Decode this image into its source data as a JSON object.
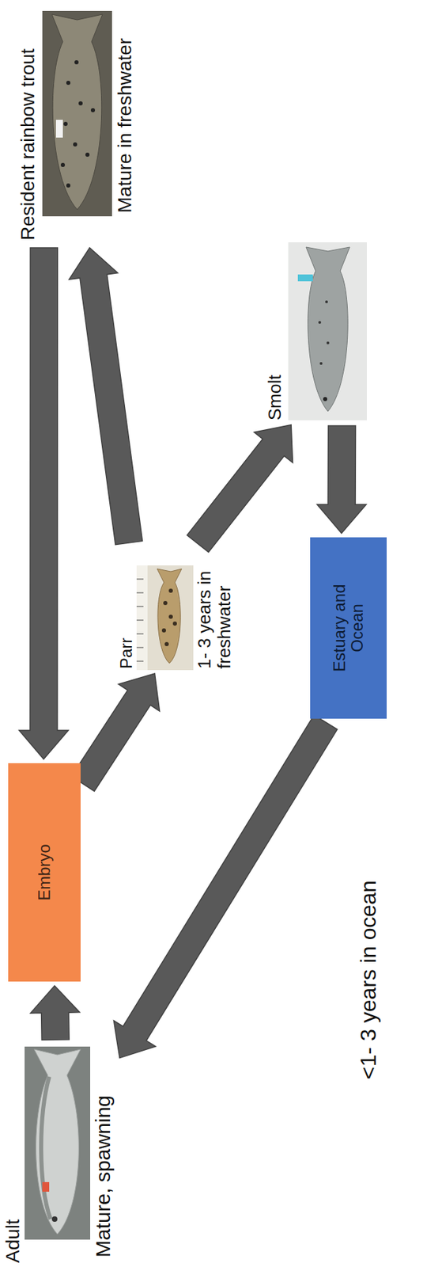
{
  "diagram": {
    "nodes": [
      {
        "text": [
          "Adult",
          "Mature, spawning"
        ]
      },
      {
        "text": [
          "Embryo"
        ]
      },
      {
        "text": [
          "Parr",
          "1- 3 years in freshwater"
        ]
      },
      {
        "text": [
          "Resident rainbow trout",
          "Mature in freshwater"
        ]
      },
      {
        "text": [
          "Smolt"
        ]
      },
      {
        "text": [
          "Estuary and Ocean"
        ]
      }
    ],
    "edges": [
      {
        "from": 0,
        "to": 1,
        "arrow": "to"
      },
      {
        "from": 3,
        "to": 1,
        "arrow": "to"
      },
      {
        "from": 1,
        "to": 2,
        "arrow": "to"
      },
      {
        "from": 2,
        "to": 3,
        "arrow": "to"
      },
      {
        "from": 2,
        "to": 4,
        "arrow": "to"
      },
      {
        "from": 4,
        "to": 5,
        "arrow": "to"
      },
      {
        "from": 5,
        "to": 0,
        "label": "<1- 3 years in ocean",
        "arrow": "to"
      }
    ]
  }
}
